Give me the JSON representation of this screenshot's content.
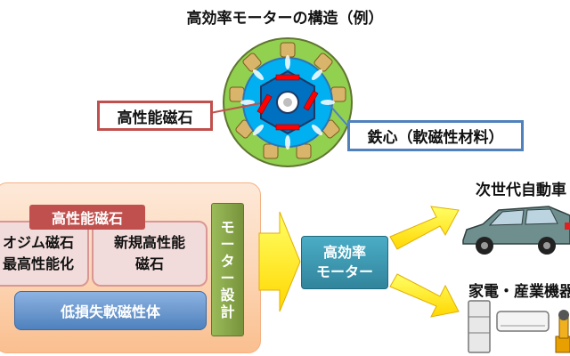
{
  "title": "高効率モーターの構造（例）",
  "callouts": {
    "magnet": "高性能磁石",
    "core": "鉄心（軟磁性材料）"
  },
  "left_panel": {
    "magnet_label": "高性能磁石",
    "box1_line1": "オジム磁石",
    "box1_line2": "最高性能化",
    "box2_line1": "新規高性能",
    "box2_line2": "磁石",
    "blue_box": "低損失軟磁性体",
    "motor_design": [
      "モ",
      "ー",
      "タ",
      "ー",
      "設",
      "計"
    ]
  },
  "center_box": {
    "line1": "高効率",
    "line2": "モーター"
  },
  "applications": {
    "vehicle": "次世代自動車",
    "appliance": "家電・産業機器"
  },
  "colors": {
    "red": "#c0504d",
    "blue": "#4f81bd",
    "green": "#9bbb59",
    "teal": "#4bacc6",
    "arrow_yellow": "#ffff00",
    "arrow_orange": "#f2c000"
  }
}
